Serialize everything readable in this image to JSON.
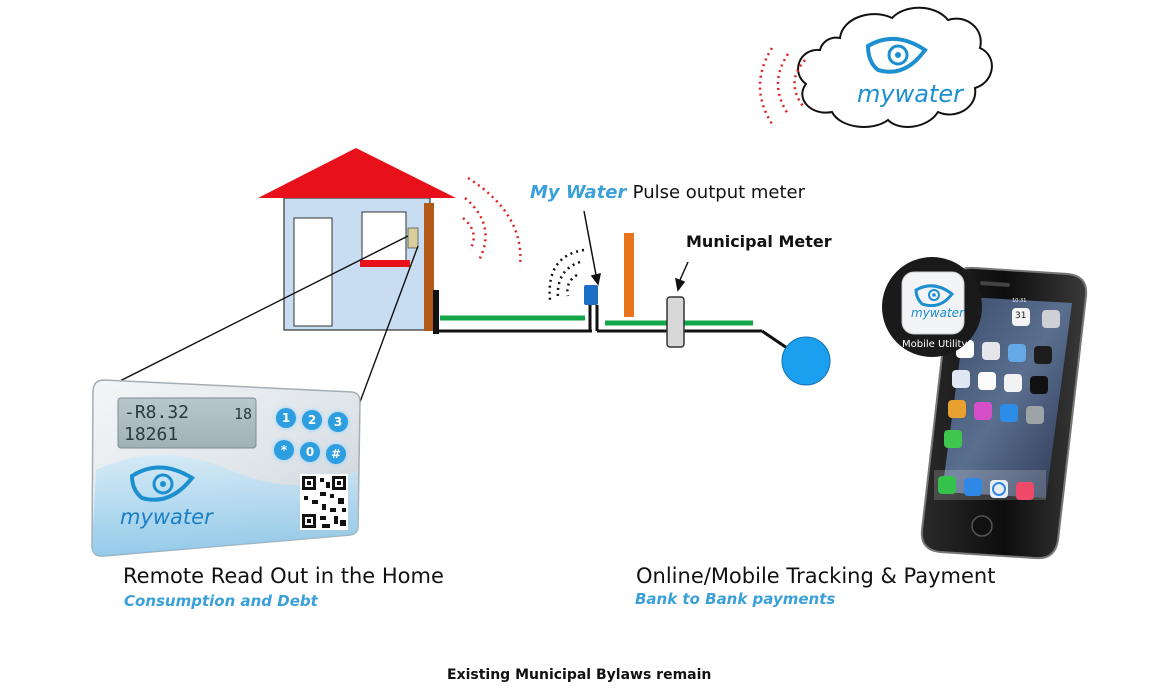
{
  "cloud": {
    "brand": "mywater"
  },
  "labels": {
    "pulse_meter_brand": "My Water",
    "pulse_meter_rest": "Pulse output meter",
    "municipal_meter": "Municipal Meter",
    "remote_title": "Remote Read Out in the Home",
    "remote_sub": "Consumption and Debt",
    "online_title": "Online/Mobile Tracking & Payment",
    "online_sub": "Bank to Bank payments",
    "footer": "Existing Municipal Bylaws remain"
  },
  "display_unit": {
    "lcd_line1": "-R8.32",
    "lcd_line1_right": "18",
    "lcd_line2": "18261",
    "keys": [
      "1",
      "2",
      "3",
      "*",
      "0",
      "#"
    ],
    "brand": "mywater"
  },
  "phone": {
    "app_name": "mywater",
    "app_caption": "Mobile Utility",
    "time": "10:31",
    "calendar_day": "31"
  },
  "colors": {
    "roof": "#e8101a",
    "house_wall": "#c8dcf2",
    "pipe_green": "#12a54a",
    "pipe_black": "#111111",
    "meter_blue": "#1b6fc4",
    "pole_orange": "#e8741c",
    "tank_blue": "#1aa0ee",
    "signal_red": "#e02020",
    "brand_blue": "#1b8fd0"
  }
}
